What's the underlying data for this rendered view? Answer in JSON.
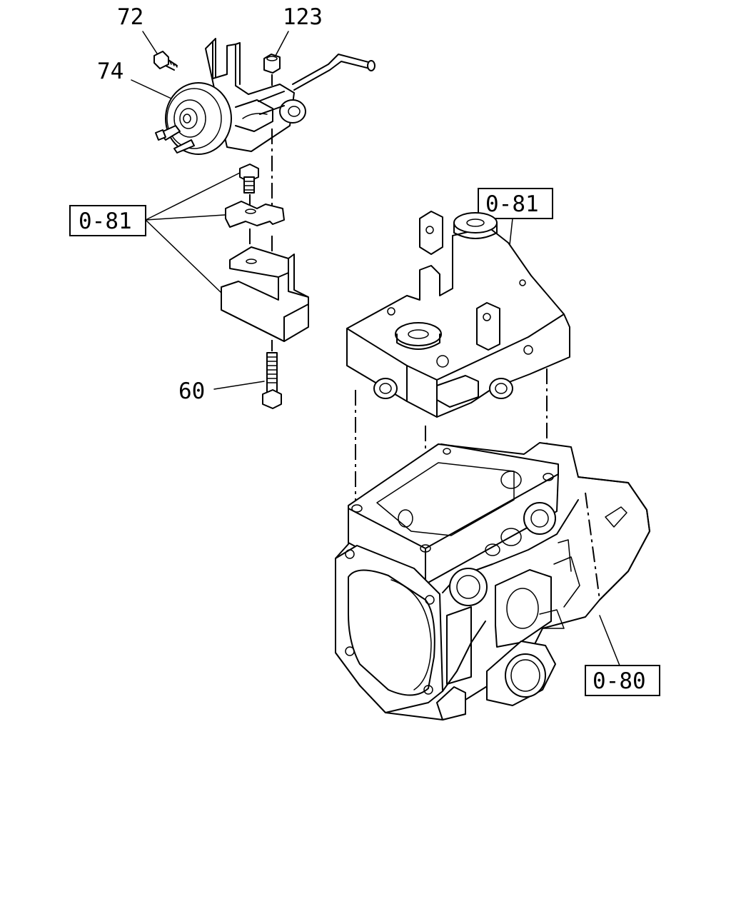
{
  "callouts": {
    "part_72": "72",
    "part_74": "74",
    "part_123": "123",
    "part_60": "60"
  },
  "references": {
    "ref_left": "0-81",
    "ref_right": "0-81",
    "ref_body": "0-80"
  }
}
